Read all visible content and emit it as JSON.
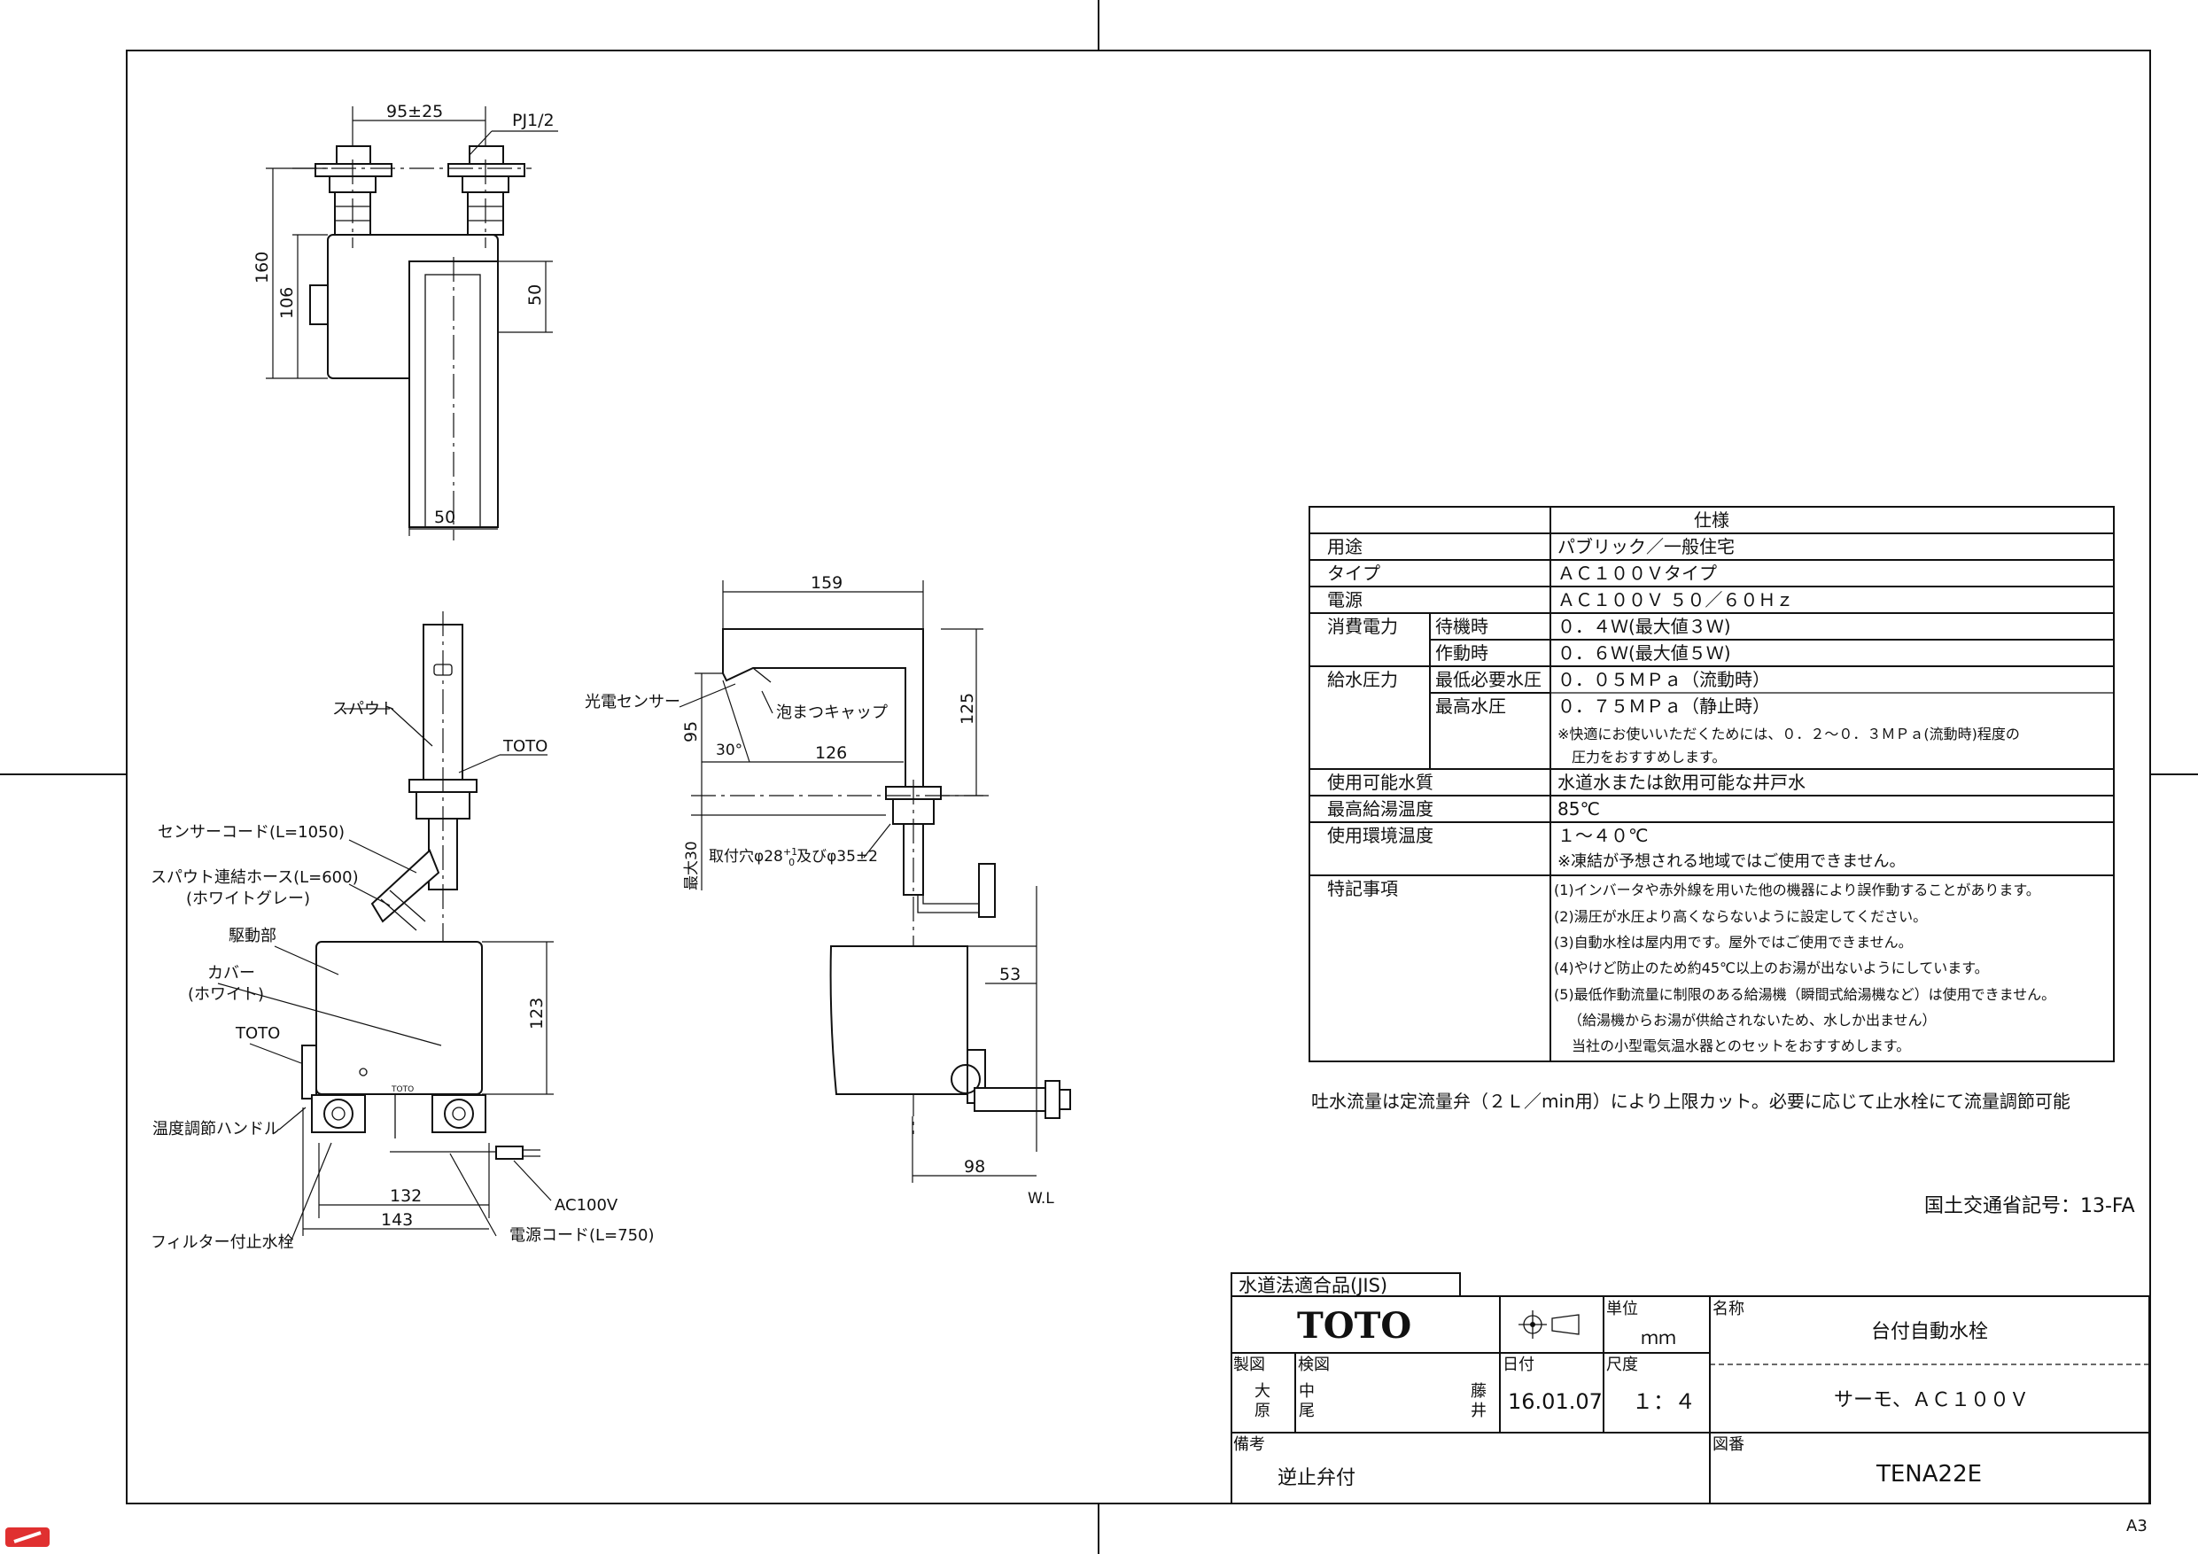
{
  "top_view": {
    "dim_width": "95±25",
    "pipe_thread": "PJ1/2",
    "dim_height_total": "160",
    "dim_body_height": "106",
    "dim_spout_depth": "50",
    "dim_spout_width": "50"
  },
  "front_view": {
    "label_spout": "スパウト",
    "label_toto_spout": "TOTO",
    "label_sensor_cord": "センサーコード(L=1050)",
    "label_hose": "スパウト連結ホース(L=600)",
    "label_hose_color": "(ホワイトグレー)",
    "label_drive": "駆動部",
    "label_cover": "カバー",
    "label_cover_color": "(ホワイト)",
    "label_toto_body": "TOTO",
    "label_temp_handle": "温度調節ハンドル",
    "label_filter_valve": "フィルター付止水栓",
    "label_power_plug": "AC100V",
    "label_power_cord": "電源コード(L=750)",
    "dim_body_height": "123",
    "dim_inner": "132",
    "dim_outer": "143",
    "body_logo": "TOTO"
  },
  "side_view": {
    "dim_reach": "159",
    "dim_height": "125",
    "dim_sensor_height": "95",
    "dim_spout_reach": "126",
    "angle": "30°",
    "dim_max_thickness": "最大30",
    "label_sensor": "光電センサー",
    "label_aerator": "泡まつキャップ",
    "label_mount_hole": "取付穴φ28",
    "label_mount_tol": "+1",
    "label_mount_tol2": "0",
    "label_mount_alt": "及びφ35±2",
    "dim_valve_offset": "53",
    "dim_valve_depth": "98",
    "label_wl": "W.L"
  },
  "spec_table": {
    "header": "仕様",
    "rows": [
      {
        "label": "用途",
        "sub": "",
        "value": "パブリック／一般住宅"
      },
      {
        "label": "タイプ",
        "sub": "",
        "value": "ＡＣ１００Ｖタイプ"
      },
      {
        "label": "電源",
        "sub": "",
        "value": "ＡＣ１００Ｖ ５０／６０Ｈｚ"
      },
      {
        "label": "消費電力",
        "sub": "待機時",
        "value": "０．４Ｗ(最大値３Ｗ)"
      },
      {
        "label": "",
        "sub": "作動時",
        "value": "０．６Ｗ(最大値５Ｗ)"
      },
      {
        "label": "給水圧力",
        "sub": "最低必要水圧",
        "value": "０．０５ＭＰａ（流動時）"
      },
      {
        "label": "",
        "sub": "最高水圧",
        "value": "０．７５ＭＰａ（静止時）"
      }
    ],
    "pressure_note_1": "※快適にお使いいただくためには、０．２～０．３ＭＰａ(流動時)程度の",
    "pressure_note_2": "圧力をおすすめします。",
    "water_label": "使用可能水質",
    "water_value": "水道水または飲用可能な井戸水",
    "hot_label": "最高給湯温度",
    "hot_value": "85℃",
    "env_label": "使用環境温度",
    "env_value": "１～４０℃",
    "env_note": "※凍結が予想される地域ではご使用できません。",
    "notes_label": "特記事項",
    "notes": [
      "(1)インバータや赤外線を用いた他の機器により誤作動することがあります。",
      "(2)湯圧が水圧より高くならないように設定してください。",
      "(3)自動水栓は屋内用です。屋外ではご使用できません。",
      "(4)やけど防止のため約45℃以上のお湯が出ないようにしています。",
      "(5)最低作動流量に制限のある給湯機（瞬間式給湯機など）は使用できません。",
      "（給湯機からお湯が供給されないため、水しか出ません）",
      "当社の小型電気温水器とのセットをおすすめします。"
    ]
  },
  "flow_note": "吐水流量は定流量弁（２Ｌ／min用）により上限カット。必要に応じて止水栓にて流量調節可能",
  "mlit_code": "国土交通省記号：13-FA",
  "title_block": {
    "jis": "水道法適合品(JIS)",
    "logo": "TOTO",
    "unit_label": "単位",
    "unit_value": "ｍｍ",
    "name_label": "名称",
    "name_value": "台付自動水栓",
    "subname_value": "サーモ、ＡＣ１００Ｖ",
    "drawn_label": "製図",
    "drawn_value_1": "大",
    "drawn_value_2": "原",
    "check_label": "検図",
    "check_value_1": "中",
    "check_value_2": "尾",
    "approve_value_1": "藤",
    "approve_value_2": "井",
    "date_label": "日付",
    "date_value": "16.01.07",
    "scale_label": "尺度",
    "scale_value": "１：４",
    "remarks_label": "備考",
    "remarks_value": "逆止弁付",
    "drawing_no_label": "図番",
    "drawing_no_value": "TENA22E"
  },
  "paper_size": "A3"
}
